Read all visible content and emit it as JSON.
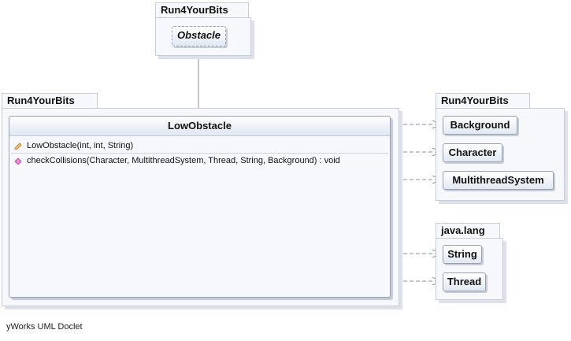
{
  "packages": {
    "top": {
      "name": "Run4YourBits"
    },
    "main": {
      "name": "Run4YourBits"
    },
    "right": {
      "name": "Run4YourBits"
    },
    "java": {
      "name": "java.lang"
    }
  },
  "classes": {
    "obstacle": {
      "name": "Obstacle",
      "abstract": true
    },
    "low_obstacle": {
      "name": "LowObstacle",
      "members": [
        {
          "kind": "constructor",
          "icon": "constructor-icon",
          "signature": "LowObstacle(int, int, String)"
        },
        {
          "kind": "method",
          "icon": "method-icon",
          "signature": "checkCollisions(Character, MultithreadSystem, Thread, String, Background) : void"
        }
      ]
    },
    "background": {
      "name": "Background"
    },
    "character": {
      "name": "Character"
    },
    "multithread_system": {
      "name": "MultithreadSystem"
    },
    "string": {
      "name": "String"
    },
    "thread": {
      "name": "Thread"
    }
  },
  "relations": [
    {
      "from": "LowObstacle",
      "to": "Obstacle",
      "type": "generalization"
    },
    {
      "from": "LowObstacle",
      "to": "Background",
      "type": "dependency"
    },
    {
      "from": "LowObstacle",
      "to": "Character",
      "type": "dependency"
    },
    {
      "from": "LowObstacle",
      "to": "MultithreadSystem",
      "type": "dependency"
    },
    {
      "from": "LowObstacle",
      "to": "String",
      "type": "dependency"
    },
    {
      "from": "LowObstacle",
      "to": "Thread",
      "type": "dependency"
    }
  ],
  "footer": {
    "caption": "yWorks UML Doclet"
  },
  "colors": {
    "package_fill": "#f7f8fc",
    "border": "#9aa0ad",
    "line": "#8a8f99"
  }
}
